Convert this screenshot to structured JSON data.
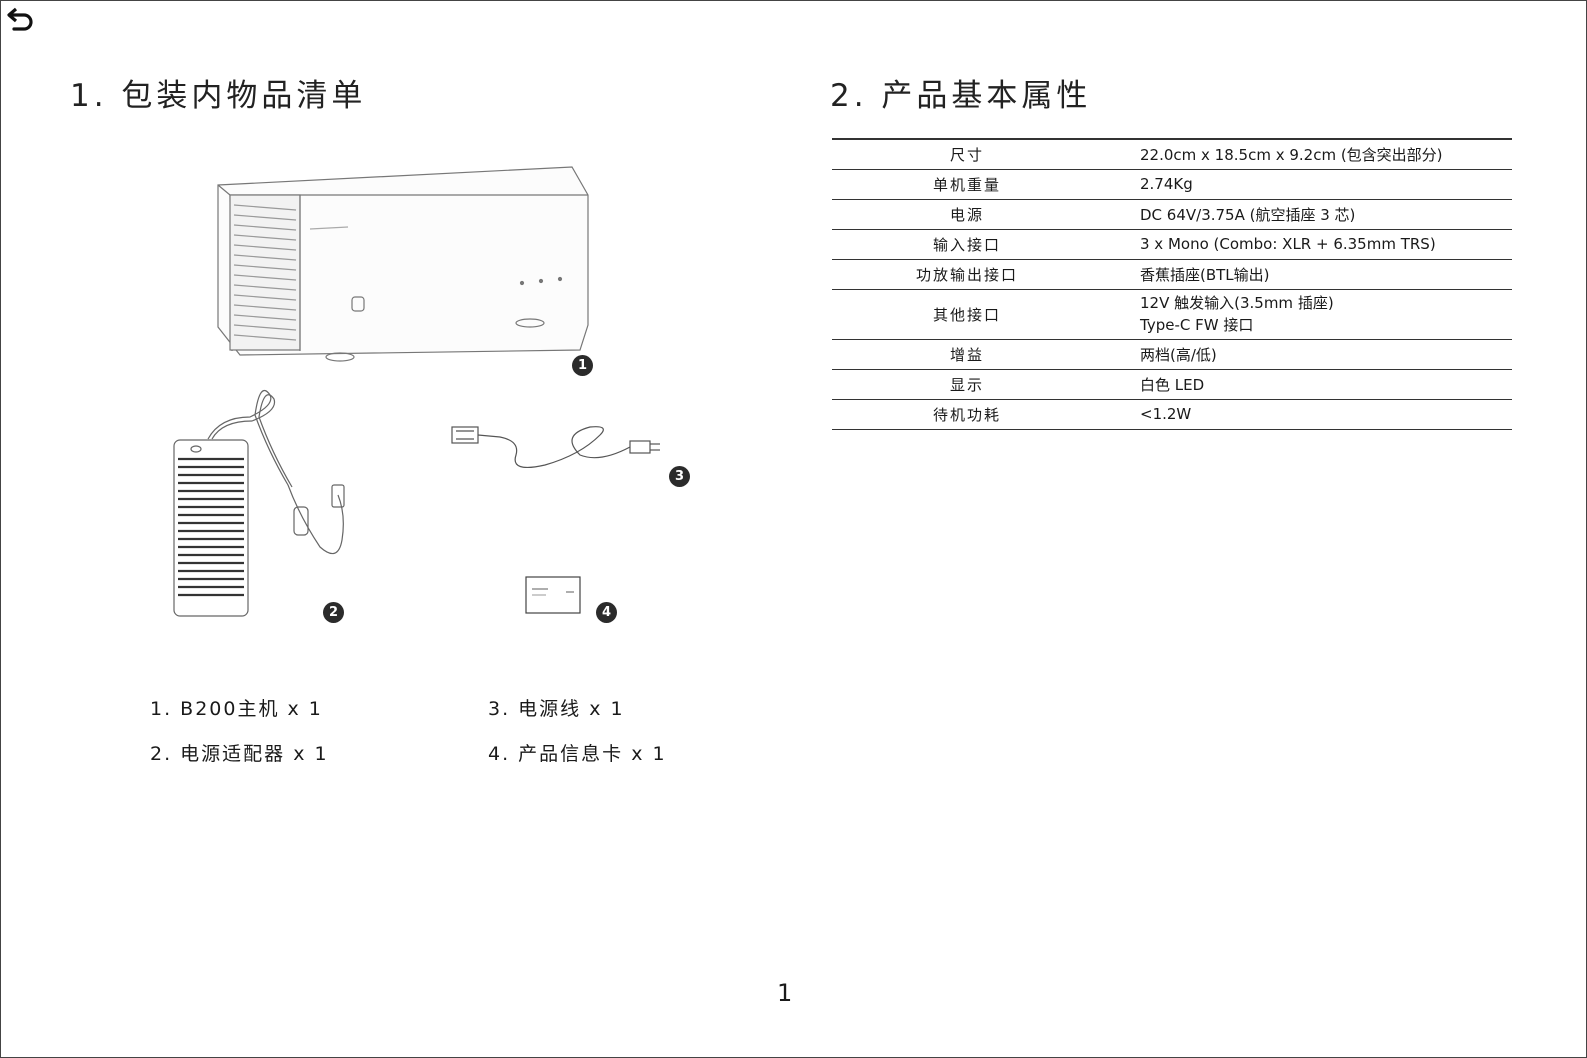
{
  "sections": {
    "packing": {
      "title": "1. 包装内物品清单",
      "items": [
        {
          "label": "1. B200主机   x 1"
        },
        {
          "label": "2. 电源适配器   x 1"
        },
        {
          "label": "3. 电源线   x 1"
        },
        {
          "label": "4. 产品信息卡   x 1"
        }
      ],
      "badges": [
        "1",
        "2",
        "3",
        "4"
      ]
    },
    "specs": {
      "title": "2. 产品基本属性",
      "rows": [
        {
          "key": "尺寸",
          "value": "22.0cm x 18.5cm x 9.2cm (包含突出部分)"
        },
        {
          "key": "单机重量",
          "value": "2.74Kg"
        },
        {
          "key": "电源",
          "value": "DC 64V/3.75A (航空插座 3 芯)"
        },
        {
          "key": "输入接口",
          "value": "3 x Mono (Combo: XLR + 6.35mm TRS)"
        },
        {
          "key": "功放输出接口",
          "value": "香蕉插座(BTL输出)"
        },
        {
          "key": "其他接口",
          "value": "12V 触发输入(3.5mm 插座)",
          "value2": "Type-C FW 接口"
        },
        {
          "key": "增益",
          "value": "两档(高/低)"
        },
        {
          "key": "显示",
          "value": "白色 LED"
        },
        {
          "key": "待机功耗",
          "value": "<1.2W"
        }
      ]
    }
  },
  "page_number": "1",
  "nav": {
    "back_icon": "back-arrow-icon"
  }
}
